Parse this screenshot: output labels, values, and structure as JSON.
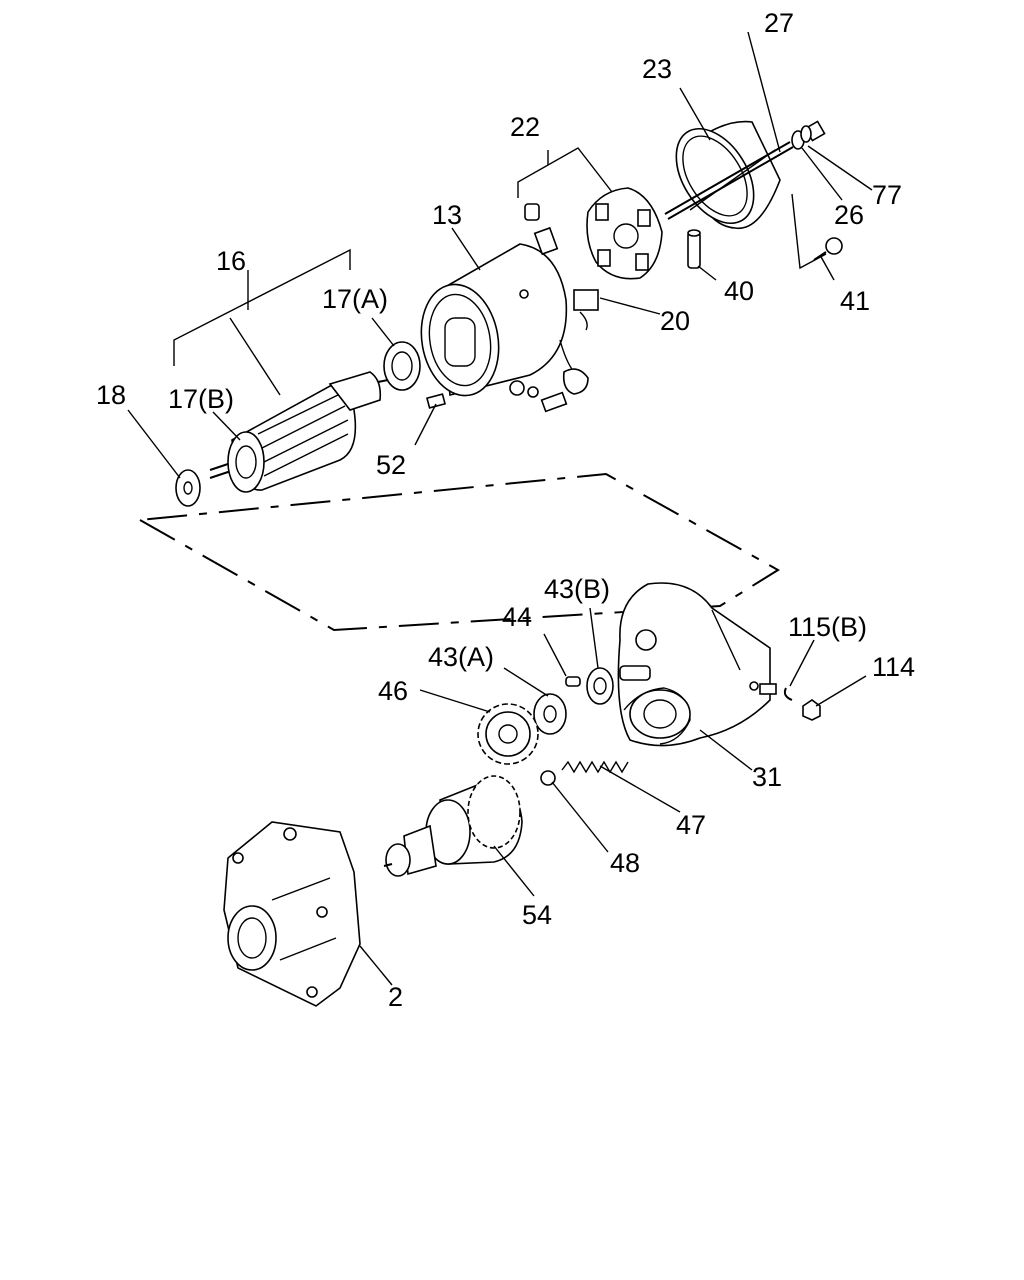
{
  "labels": {
    "p27": "27",
    "p23": "23",
    "p22": "22",
    "p77": "77",
    "p26": "26",
    "p13": "13",
    "p16": "16",
    "p40": "40",
    "p41": "41",
    "p17a": "17(A)",
    "p20": "20",
    "p18": "18",
    "p17b": "17(B)",
    "p52": "52",
    "p43b": "43(B)",
    "p115b": "115(B)",
    "p44": "44",
    "p43a": "43(A)",
    "p114": "114",
    "p46": "46",
    "p31": "31",
    "p47": "47",
    "p48": "48",
    "p54": "54",
    "p2": "2"
  }
}
